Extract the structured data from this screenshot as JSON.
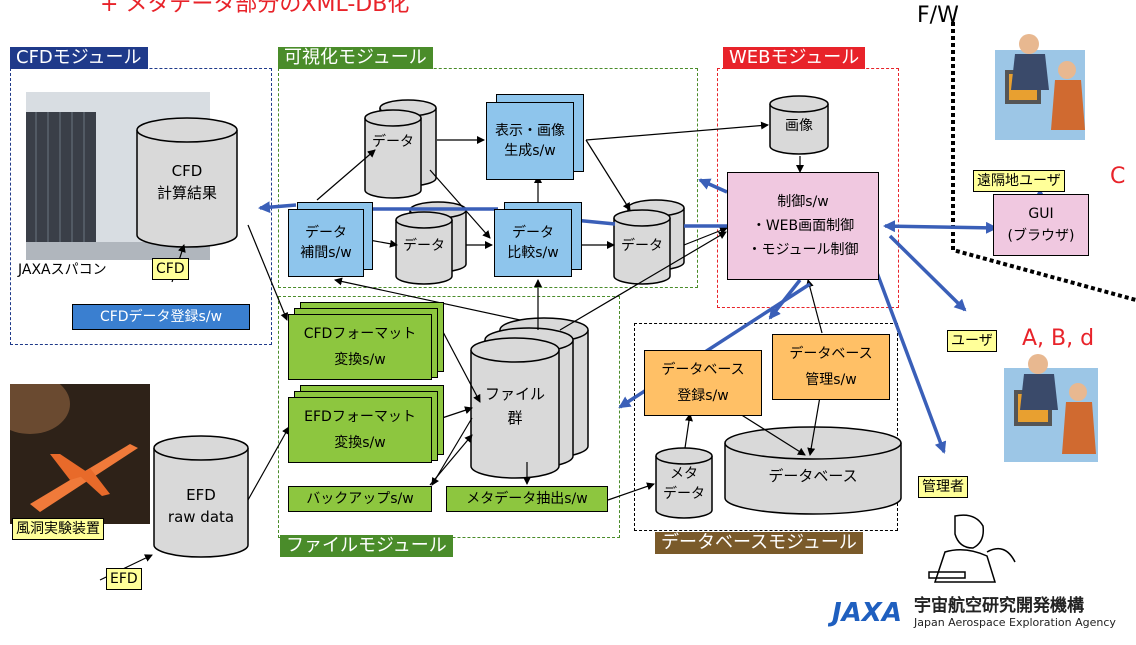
{
  "heading": {
    "text": "+ メタデータ部分のXML-DB化"
  },
  "fw": "F/W",
  "modules": {
    "cfd": "CFDモジュール",
    "vis": "可視化モジュール",
    "web": "WEBモジュール",
    "file": "ファイルモジュール",
    "db": "データベースモジュール"
  },
  "cfd": {
    "result_l1": "CFD",
    "result_l2": "計算結果",
    "supercomputer": "JAXAスパコン",
    "tag": "CFD",
    "register": "CFDデータ登録s/w"
  },
  "efd": {
    "raw_l1": "EFD",
    "raw_l2": "raw data",
    "tunnel": "風洞実験装置",
    "tag": "EFD"
  },
  "vis": {
    "data_top": "データ",
    "display_l1": "表示・画像",
    "display_l2": "生成s/w",
    "interp_l1": "データ",
    "interp_l2": "補間s/w",
    "data_mid": "データ",
    "compare_l1": "データ",
    "compare_l2": "比較s/w",
    "data_right": "データ"
  },
  "web": {
    "image": "画像",
    "control_l1": "制御s/w",
    "control_l2": "・WEB画面制御",
    "control_l3": "・モジュール制御"
  },
  "file": {
    "cfd_fmt_l1": "CFDフォーマット",
    "cfd_fmt_l2": "変換s/w",
    "efd_fmt_l1": "EFDフォーマット",
    "efd_fmt_l2": "変換s/w",
    "files_l1": "ファイル",
    "files_l2": "群",
    "backup": "バックアップs/w",
    "meta_extract": "メタデータ抽出s/w"
  },
  "db": {
    "reg_l1": "データベース",
    "reg_l2": "登録s/w",
    "mgmt_l1": "データベース",
    "mgmt_l2": "管理s/w",
    "meta_l1": "メタ",
    "meta_l2": "データ",
    "database": "データベース"
  },
  "users": {
    "remote": "遠隔地ユーザ",
    "remote_letter": "C",
    "gui_l1": "GUI",
    "gui_l2": "(ブラウザ)",
    "user": "ユーザ",
    "user_letters": "A, B, d",
    "admin": "管理者"
  },
  "org": {
    "jp": "宇宙航空研究開発機構",
    "en": "Japan Aerospace Exploration Agency",
    "logo_text": "JAXA"
  },
  "colors": {
    "cfd_module": "#1f3a8a",
    "vis_module": "#4a8c2a",
    "web_module": "#e8232a",
    "file_module": "#4a8c2a",
    "db_module": "#7a5a2a",
    "sw_blue": "#8ec5ec",
    "sw_green": "#8dc63f",
    "sw_orange": "#ffc066",
    "web_pink": "#f0c8e0",
    "arrow_blue": "#3a5fb8"
  }
}
